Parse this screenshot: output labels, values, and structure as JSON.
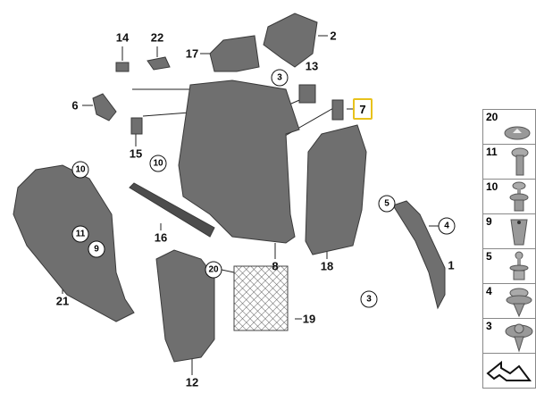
{
  "labels": {
    "l14": "14",
    "l22": "22",
    "l17": "17",
    "l2": "2",
    "l3a": "3",
    "l13": "13",
    "l6": "6",
    "l7": "7",
    "l15": "15",
    "l10a": "10",
    "l10b": "10",
    "l11": "11",
    "l9": "9",
    "l16": "16",
    "l8": "8",
    "l18": "18",
    "l5": "5",
    "l4": "4",
    "l1": "1",
    "l3b": "3",
    "l20": "20",
    "l19": "19",
    "l21": "21",
    "l12": "12"
  },
  "legend": {
    "items": [
      {
        "number": "20",
        "icon": "washer-clip-icon"
      },
      {
        "number": "11",
        "icon": "screw-icon"
      },
      {
        "number": "10",
        "icon": "push-rivet-icon"
      },
      {
        "number": "9",
        "icon": "expanding-nut-icon"
      },
      {
        "number": "5",
        "icon": "expanding-rivet-icon"
      },
      {
        "number": "4",
        "icon": "trim-clip-icon"
      },
      {
        "number": "3",
        "icon": "expanding-clip-icon"
      }
    ],
    "direction_icon": "direction-arrow-icon"
  },
  "colors": {
    "part": "#6f6f6f",
    "part_dark": "#4d4d4d",
    "highlight": "#e8c21c"
  }
}
